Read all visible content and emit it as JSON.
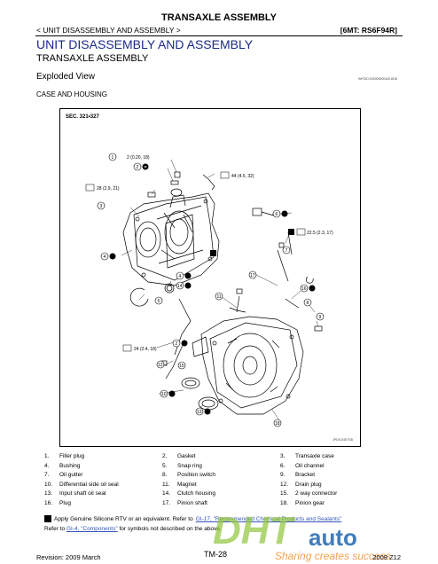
{
  "header": {
    "title": "TRANSAXLE ASSEMBLY",
    "breadcrumb": "< UNIT DISASSEMBLY AND ASSEMBLY >",
    "model": "[6MT: RS6F94R]"
  },
  "headings": {
    "h1": "UNIT DISASSEMBLY AND ASSEMBLY",
    "h2": "TRANSAXLE ASSEMBLY",
    "h3": "Exploded View",
    "ref_code": "INFOID:0000000004421818",
    "h4": "CASE AND HOUSING"
  },
  "figure": {
    "section": "SEC. 321•327",
    "figure_id": "JPDIC0457GB",
    "callouts": {
      "c1": "1",
      "t1": "2 (0.20, 18)",
      "c2": "2",
      "t2": "28 (2.9, 21)",
      "c3": "3",
      "t3": "44 (4.5, 32)",
      "c6": "6",
      "t4": "22.5 (2.3, 17)",
      "c4": "4",
      "c7": "7",
      "c17": "17",
      "c14": "14",
      "c5": "5",
      "c11": "11",
      "c16": "16",
      "c8": "8",
      "c9": "9",
      "c10": "10",
      "t5": "24 (2.4, 18)",
      "c15": "15",
      "c13": "13",
      "c12": "12",
      "c18": "18"
    }
  },
  "legend": [
    [
      {
        "n": "1.",
        "t": "Filler plug"
      },
      {
        "n": "2.",
        "t": "Gasket"
      },
      {
        "n": "3.",
        "t": "Transaxle case"
      }
    ],
    [
      {
        "n": "4.",
        "t": "Bushing"
      },
      {
        "n": "5.",
        "t": "Snap ring"
      },
      {
        "n": "6.",
        "t": "Oil channel"
      }
    ],
    [
      {
        "n": "7.",
        "t": "Oil gutter"
      },
      {
        "n": "8.",
        "t": "Position switch"
      },
      {
        "n": "9.",
        "t": "Bracket"
      }
    ],
    [
      {
        "n": "10.",
        "t": "Differential side oil seal"
      },
      {
        "n": "11.",
        "t": "Magnet"
      },
      {
        "n": "12.",
        "t": "Drain plug"
      }
    ],
    [
      {
        "n": "13.",
        "t": "Input shaft oil seal"
      },
      {
        "n": "14.",
        "t": "Clutch housing"
      },
      {
        "n": "15.",
        "t": "2 way connector"
      }
    ],
    [
      {
        "n": "16.",
        "t": "Plug"
      },
      {
        "n": "17.",
        "t": "Pinion shaft"
      },
      {
        "n": "18.",
        "t": "Pinion gear"
      }
    ]
  ],
  "notes": {
    "n1_text": "Apply Genuine Silicone RTV or an equivalent. Refer to",
    "n1_link": "GI-17, \"Recommended Chemical Products and Sealants\"",
    "n2_prefix": "Refer to",
    "n2_link": "GI-4, \"Components\"",
    "n2_text": "for symbols not described on the above."
  },
  "footer": {
    "revision": "Revision: 2009 March",
    "page": "TM-28",
    "year": "2009 Z12"
  },
  "watermark": {
    "brand": "DHT",
    "suffix": "auto",
    "tagline": "Sharing creates success"
  },
  "colors": {
    "heading": "#1c2a8a",
    "watermark_green": "#8fc43a",
    "watermark_blue": "#2c6fb5",
    "watermark_orange": "#f08a24"
  }
}
